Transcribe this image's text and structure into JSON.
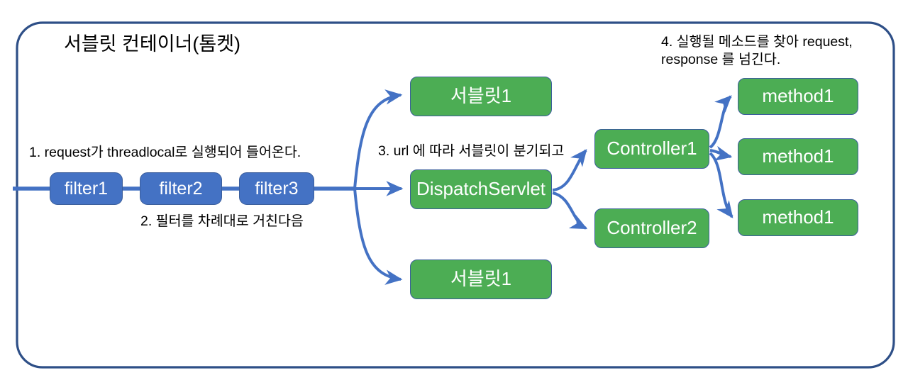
{
  "diagram": {
    "title": "서블릿 컨테이너(톰켓)",
    "container_border_color": "#2E4F87",
    "node_green": "#4CAD54",
    "node_blue": "#4472C4",
    "arrow_color": "#4472C4",
    "node_border_color": "#3B5E9B"
  },
  "annotations": [
    {
      "id": "step1",
      "text": "1. request가 threadlocal로 실행되어 들어온다."
    },
    {
      "id": "step2",
      "text": "2. 필터를 차례대로 거친다음"
    },
    {
      "id": "step3",
      "text": "3. url 에 따라 서블릿이 분기되고"
    },
    {
      "id": "step4",
      "text": "4. 실행될 메소드를 찾아 request,\nresponse 를 넘긴다."
    }
  ],
  "filters": [
    {
      "id": "filter1",
      "label": "filter1"
    },
    {
      "id": "filter2",
      "label": "filter2"
    },
    {
      "id": "filter3",
      "label": "filter3"
    }
  ],
  "servlets": [
    {
      "id": "servlet-top",
      "label": "서블릿1"
    },
    {
      "id": "dispatch-servlet",
      "label": "DispatchServlet"
    },
    {
      "id": "servlet-bottom",
      "label": "서블릿1"
    }
  ],
  "controllers": [
    {
      "id": "controller1",
      "label": "Controller1"
    },
    {
      "id": "controller2",
      "label": "Controller2"
    }
  ],
  "methods": [
    {
      "id": "method-1",
      "label": "method1"
    },
    {
      "id": "method-2",
      "label": "method1"
    },
    {
      "id": "method-3",
      "label": "method1"
    }
  ]
}
